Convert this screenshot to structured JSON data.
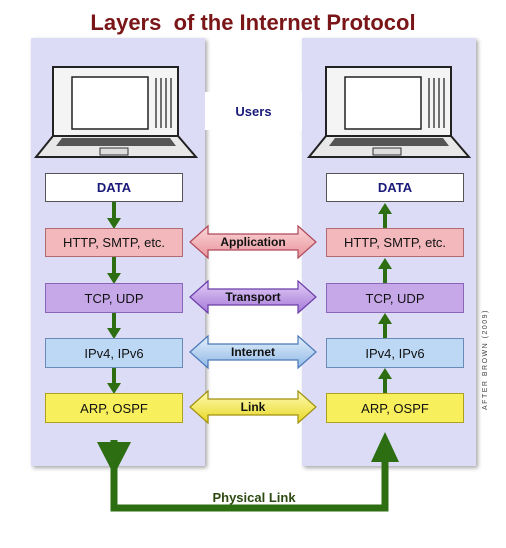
{
  "title": "Layers  of the Internet Protocol",
  "users_label": "Users",
  "credit": "AFTER BROWN (2009)",
  "left_stack": {
    "data": "DATA",
    "application": "HTTP, SMTP, etc.",
    "transport": "TCP, UDP",
    "internet": "IPv4, IPv6",
    "link": "ARP, OSPF"
  },
  "right_stack": {
    "data": "DATA",
    "application": "HTTP, SMTP, etc.",
    "transport": "TCP, UDP",
    "internet": "IPv4, IPv6",
    "link": "ARP, OSPF"
  },
  "layer_arrows": {
    "application": "Application",
    "transport": "Transport",
    "internet": "Internet",
    "link": "Link"
  },
  "physical_link_label": "Physical Link",
  "colors": {
    "title": "#7a1518",
    "panel": "#dcdcf6",
    "application": "#f2b8bc",
    "transport": "#c6a8e8",
    "internet": "#bcd8f4",
    "link": "#f8ef5c",
    "green_arrow": "#2d6e12"
  },
  "icons": [
    "laptop-icon",
    "laptop-icon"
  ]
}
